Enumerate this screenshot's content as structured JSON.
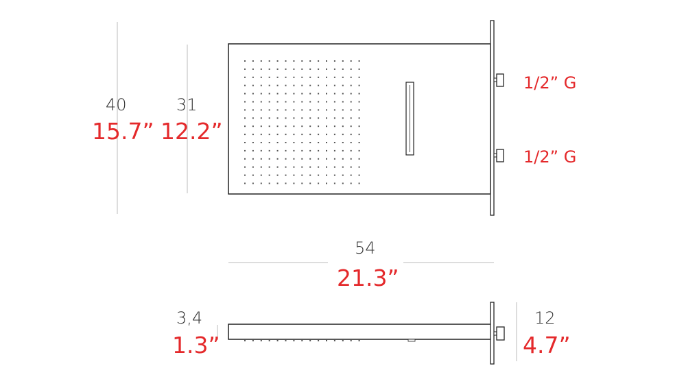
{
  "colors": {
    "accent": "#e4292b",
    "text": "#333333",
    "stroke": "#222222",
    "guide": "#bbbbbb"
  },
  "front_view": {
    "height_total": {
      "metric": "40",
      "imperial": "15.7”"
    },
    "height_panel": {
      "metric": "31",
      "imperial": "12.2”"
    },
    "connection_top": "1/2” G",
    "connection_bottom": "1/2” G",
    "nozzle_grid": {
      "rows": 16,
      "cols": 15
    }
  },
  "width": {
    "metric": "54",
    "imperial": "21.3”"
  },
  "side_view": {
    "thickness": {
      "metric": "3,4",
      "imperial": "1.3”"
    },
    "depth": {
      "metric": "12",
      "imperial": "4.7”"
    }
  }
}
